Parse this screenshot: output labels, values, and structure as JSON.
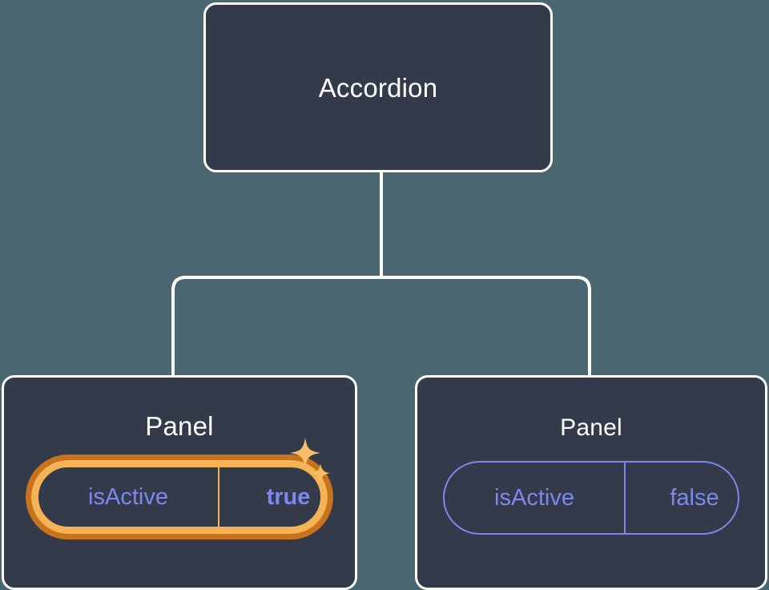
{
  "theme": {
    "background": "#4a6670",
    "card_fill": "#333b4a",
    "card_border": "#ffffff",
    "connector": "#ffffff",
    "prop_text": "#7f87ef",
    "prop_border": "#7f87ef",
    "highlight_inner": "#f5b356",
    "highlight_outer": "#c8731c",
    "sparkle": "#f8bd68"
  },
  "tree": {
    "root": {
      "title": "Accordion"
    },
    "children": [
      {
        "title": "Panel",
        "highlighted": true,
        "sparkle_icons": [
          "sparkle-large-icon",
          "sparkle-small-icon"
        ],
        "prop": {
          "key": "isActive",
          "value": "true"
        }
      },
      {
        "title": "Panel",
        "highlighted": false,
        "prop": {
          "key": "isActive",
          "value": "false"
        }
      }
    ]
  }
}
